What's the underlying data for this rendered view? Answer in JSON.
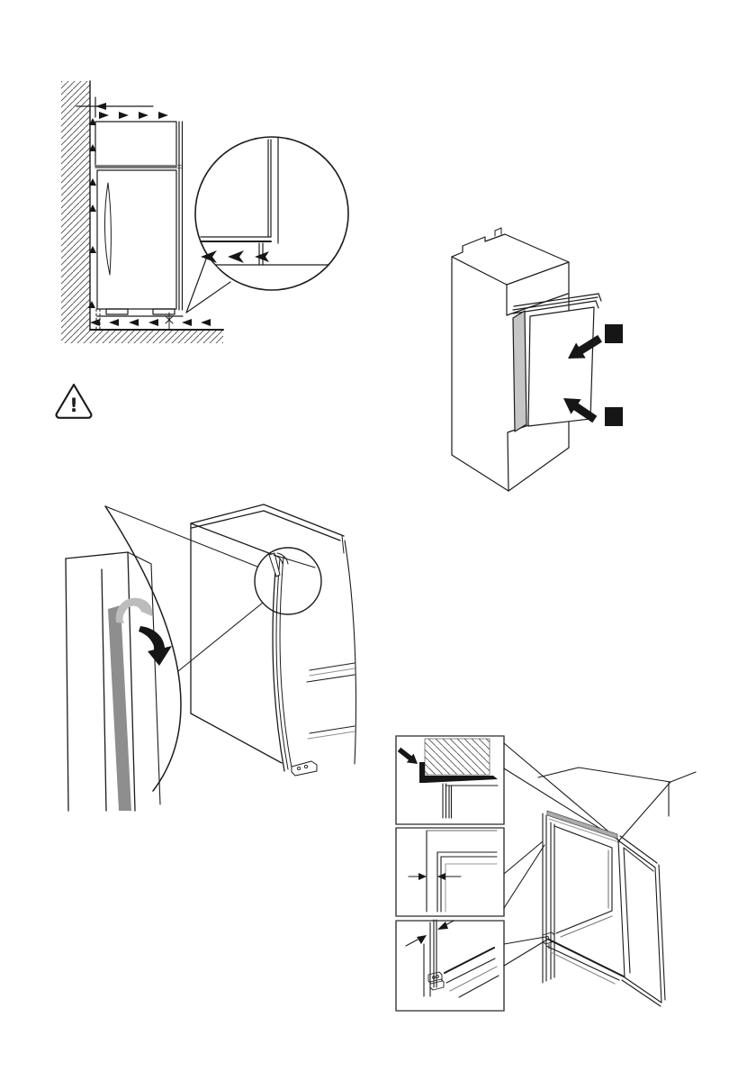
{
  "page": {
    "background": "#ffffff",
    "ink": "#1c1c1c"
  },
  "palette": {
    "ink": "#1c1c1c",
    "hatch_line": "#4a4a4a",
    "gray_line": "#8f8f8f",
    "panel_gray": "#c6c6c6",
    "strip_dark": "#8e8e8e",
    "strip_light": "#bcbcbc",
    "seal_gray": "#ababab",
    "detail_box_border": "#4d4d4d",
    "black_fill": "#161616"
  },
  "warning": {
    "glyph": "!"
  },
  "figures": [
    {
      "name": "niche-clearance-side-view"
    },
    {
      "name": "appliance-insertion-into-housing"
    },
    {
      "name": "sealing-strip-application"
    },
    {
      "name": "built-in-door-gap-details"
    }
  ]
}
